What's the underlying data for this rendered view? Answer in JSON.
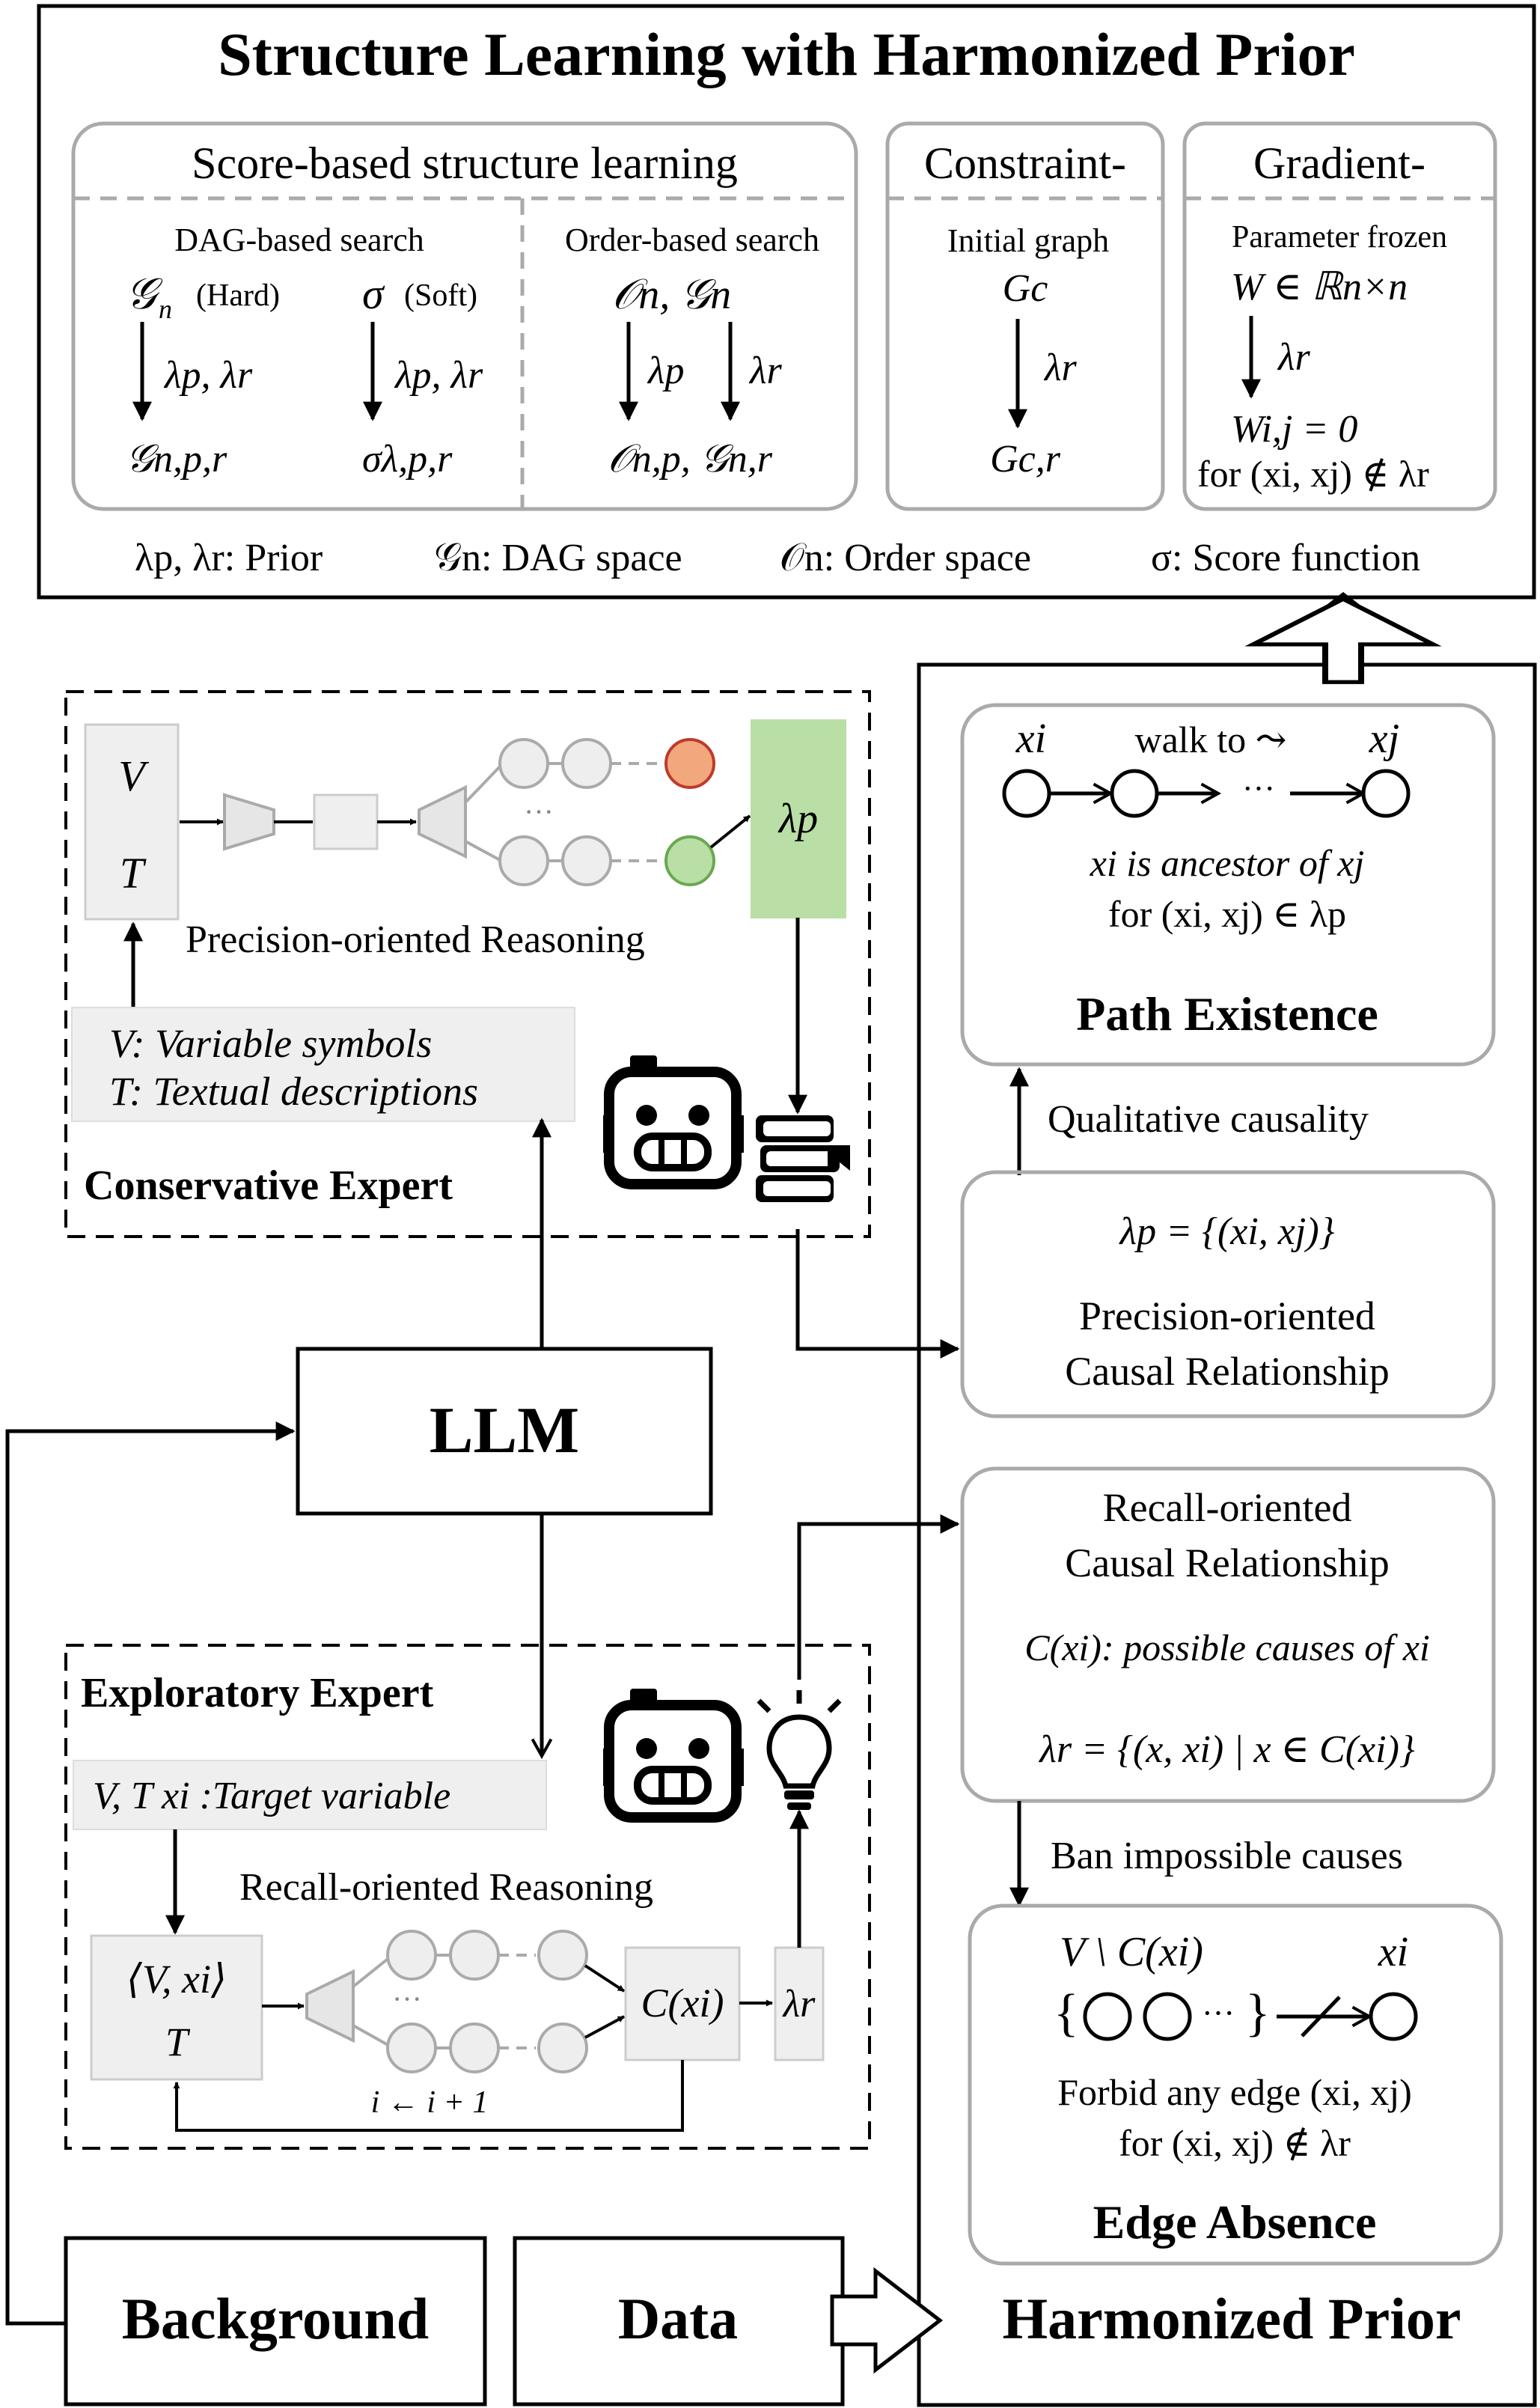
{
  "title": "Structure Learning with Harmonized Prior",
  "score_panel": {
    "header": "Score-based structure learning",
    "dag": {
      "title": "DAG-based search",
      "hard_sym": "𝒢",
      "hard_sub": "n",
      "hard_note": "(Hard)",
      "hard_prior": "λp, λr",
      "hard_out": "𝒢n,p,r",
      "soft_sym": "σ",
      "soft_note": "(Soft)",
      "soft_prior": "λp, λr",
      "soft_out": "σλ,p,r"
    },
    "order": {
      "title": "Order-based search",
      "top": "𝒪n,  𝒢n",
      "prior_p": "λp",
      "prior_r": "λr",
      "out": "𝒪n,p, 𝒢n,r"
    }
  },
  "constraint_panel": {
    "header": "Constraint-",
    "title": "Initial graph",
    "top": "Gc",
    "prior": "λr",
    "out": "Gc,r"
  },
  "gradient_panel": {
    "header": "Gradient-",
    "title": "Parameter frozen",
    "top": "W ∈ ℝn×n",
    "prior": "λr",
    "eq": "Wi,j = 0",
    "cond": "for  (xi, xj) ∉ λr"
  },
  "legend": {
    "prior": "λp, λr: Prior",
    "dag_space": "𝒢n: DAG space",
    "order_space": "𝒪n: Order space",
    "score": "σ: Score function"
  },
  "conservative": {
    "label": "Conservative Expert",
    "v": "V",
    "t": "T",
    "lambda": "λp",
    "reasoning": "Precision-oriented Reasoning",
    "dots": "···",
    "desc_v": "V: Variable symbols",
    "desc_t": "T: Textual descriptions"
  },
  "llm": "LLM",
  "exploratory": {
    "label": "Exploratory Expert",
    "input": "V, T  xi :Target variable",
    "reasoning": "Recall-oriented Reasoning",
    "state_top": "⟨V, xi⟩",
    "state_bottom": "T",
    "cause": "C(xi)",
    "lambda": "λr",
    "loop": "i ← i + 1",
    "dots": "···"
  },
  "path_existence": {
    "xi": "xi",
    "walk": "walk to  ⤳",
    "xj": "xj",
    "dots": "···",
    "line1": "xi is ancestor of xj",
    "line2": "for  (xi, xj) ∈ λp",
    "title": "Path Existence"
  },
  "qualitative": "Qualitative causality",
  "precision_rel": {
    "formula": "λp = {(xi, xj)}",
    "line1": "Precision-oriented",
    "line2": "Causal Relationship"
  },
  "recall_rel": {
    "line1": "Recall-oriented",
    "line2": "Causal Relationship",
    "cdef": "C(xi):  possible causes of xi",
    "formula": "λr = {(x, xi) | x ∈ C(xi)}"
  },
  "ban": "Ban impossible causes",
  "edge_absence": {
    "set": "V \\ C(xi)",
    "xi": "xi",
    "dots": "···",
    "line1": "Forbid any edge  (xi, xj)",
    "line2": "for  (xi, xj) ∉ λr",
    "title": "Edge Absence"
  },
  "background": "Background",
  "data": "Data",
  "harmonized": "Harmonized Prior",
  "colors": {
    "orange": "#f2a77d",
    "orange_stroke": "#c0392b",
    "green": "#b9dfa6",
    "green_stroke": "#6aa84f",
    "gray_box": "#efefef",
    "gray_stroke": "#aaaaaa"
  }
}
